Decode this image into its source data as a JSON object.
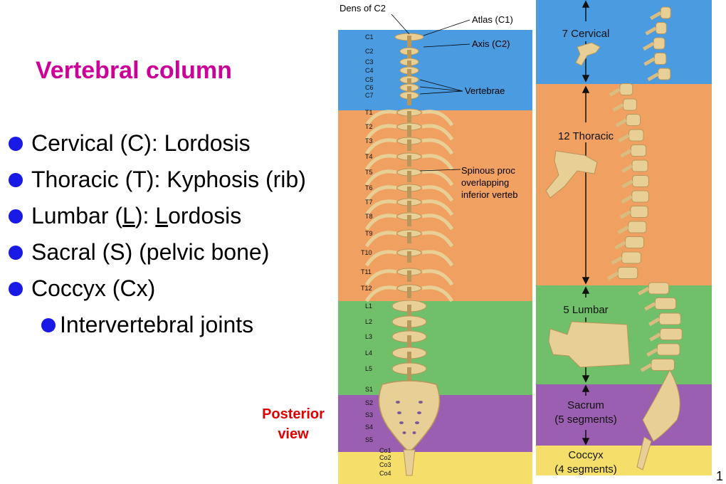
{
  "slide": {
    "title": "Vertebral column",
    "bullets": [
      {
        "pre": "Cervical (C): Lordosis"
      },
      {
        "pre": "Thoracic (T): Kyphosis (rib)"
      },
      {
        "pre": "Lumbar (",
        "u1": "L",
        "mid": "): ",
        "u2": "L",
        "post": "ordosis"
      },
      {
        "pre": "Sacral (S) (pelvic bone)"
      },
      {
        "pre": "Coccyx (Cx)"
      }
    ],
    "sub_bullet": "Intervertebral joints",
    "posterior_label": [
      "Posterior",
      "view"
    ],
    "page_number": "1"
  },
  "posterior_figure": {
    "callouts": {
      "dens": "Dens of C2",
      "atlas": "Atlas (C1)",
      "axis": "Axis (C2)",
      "vertebrae": "Vertebrae",
      "spinous": [
        "Spinous proc",
        "overlapping",
        "inferior verteb"
      ]
    },
    "levels": [
      "C1",
      "C2",
      "C3",
      "C4",
      "C5",
      "C6",
      "C7",
      "T1",
      "T2",
      "T3",
      "T4",
      "T5",
      "T6",
      "T7",
      "T8",
      "T9",
      "T10",
      "T11",
      "T12",
      "L1",
      "L2",
      "L3",
      "L4",
      "L5",
      "S1",
      "S2",
      "S3",
      "S4",
      "S5",
      "Co1",
      "Co2",
      "Co3",
      "Co4"
    ],
    "colors": {
      "cervical": "#4a9be0",
      "thoracic": "#f0a060",
      "lumbar": "#70bf6a",
      "sacral": "#9a5fb0",
      "coccyx": "#f5df6a",
      "bone": "#e8cf95",
      "bone_dark": "#b8975a"
    }
  },
  "lateral_figure": {
    "regions": {
      "cervical": "7 Cervical",
      "thoracic": "12 Thoracic",
      "lumbar": "5 Lumbar",
      "sacrum": [
        "Sacrum",
        "(5 segments)"
      ],
      "coccyx": [
        "Coccyx",
        "(4 segments)"
      ]
    }
  }
}
